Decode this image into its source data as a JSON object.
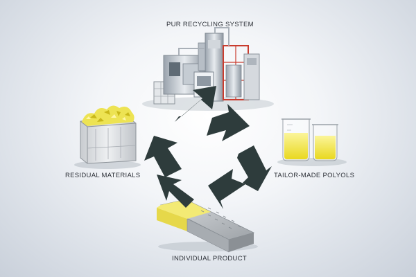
{
  "labels": {
    "top": "PUR RECYCLING SYSTEM",
    "left": "RESIDUAL MATERIALS",
    "right": "TAILOR-MADE POLYOLS",
    "bottom": "INDIVIDUAL PRODUCT"
  },
  "icons": {
    "top": "recycling-plant-icon",
    "left": "crate-with-foam-flakes-icon",
    "right": "beakers-with-polyol-icon",
    "bottom": "foam-mattress-icon"
  },
  "colors": {
    "arrow": "#2e3c3c",
    "polyol": "#f2e63a",
    "foam": "#f3ea74"
  }
}
